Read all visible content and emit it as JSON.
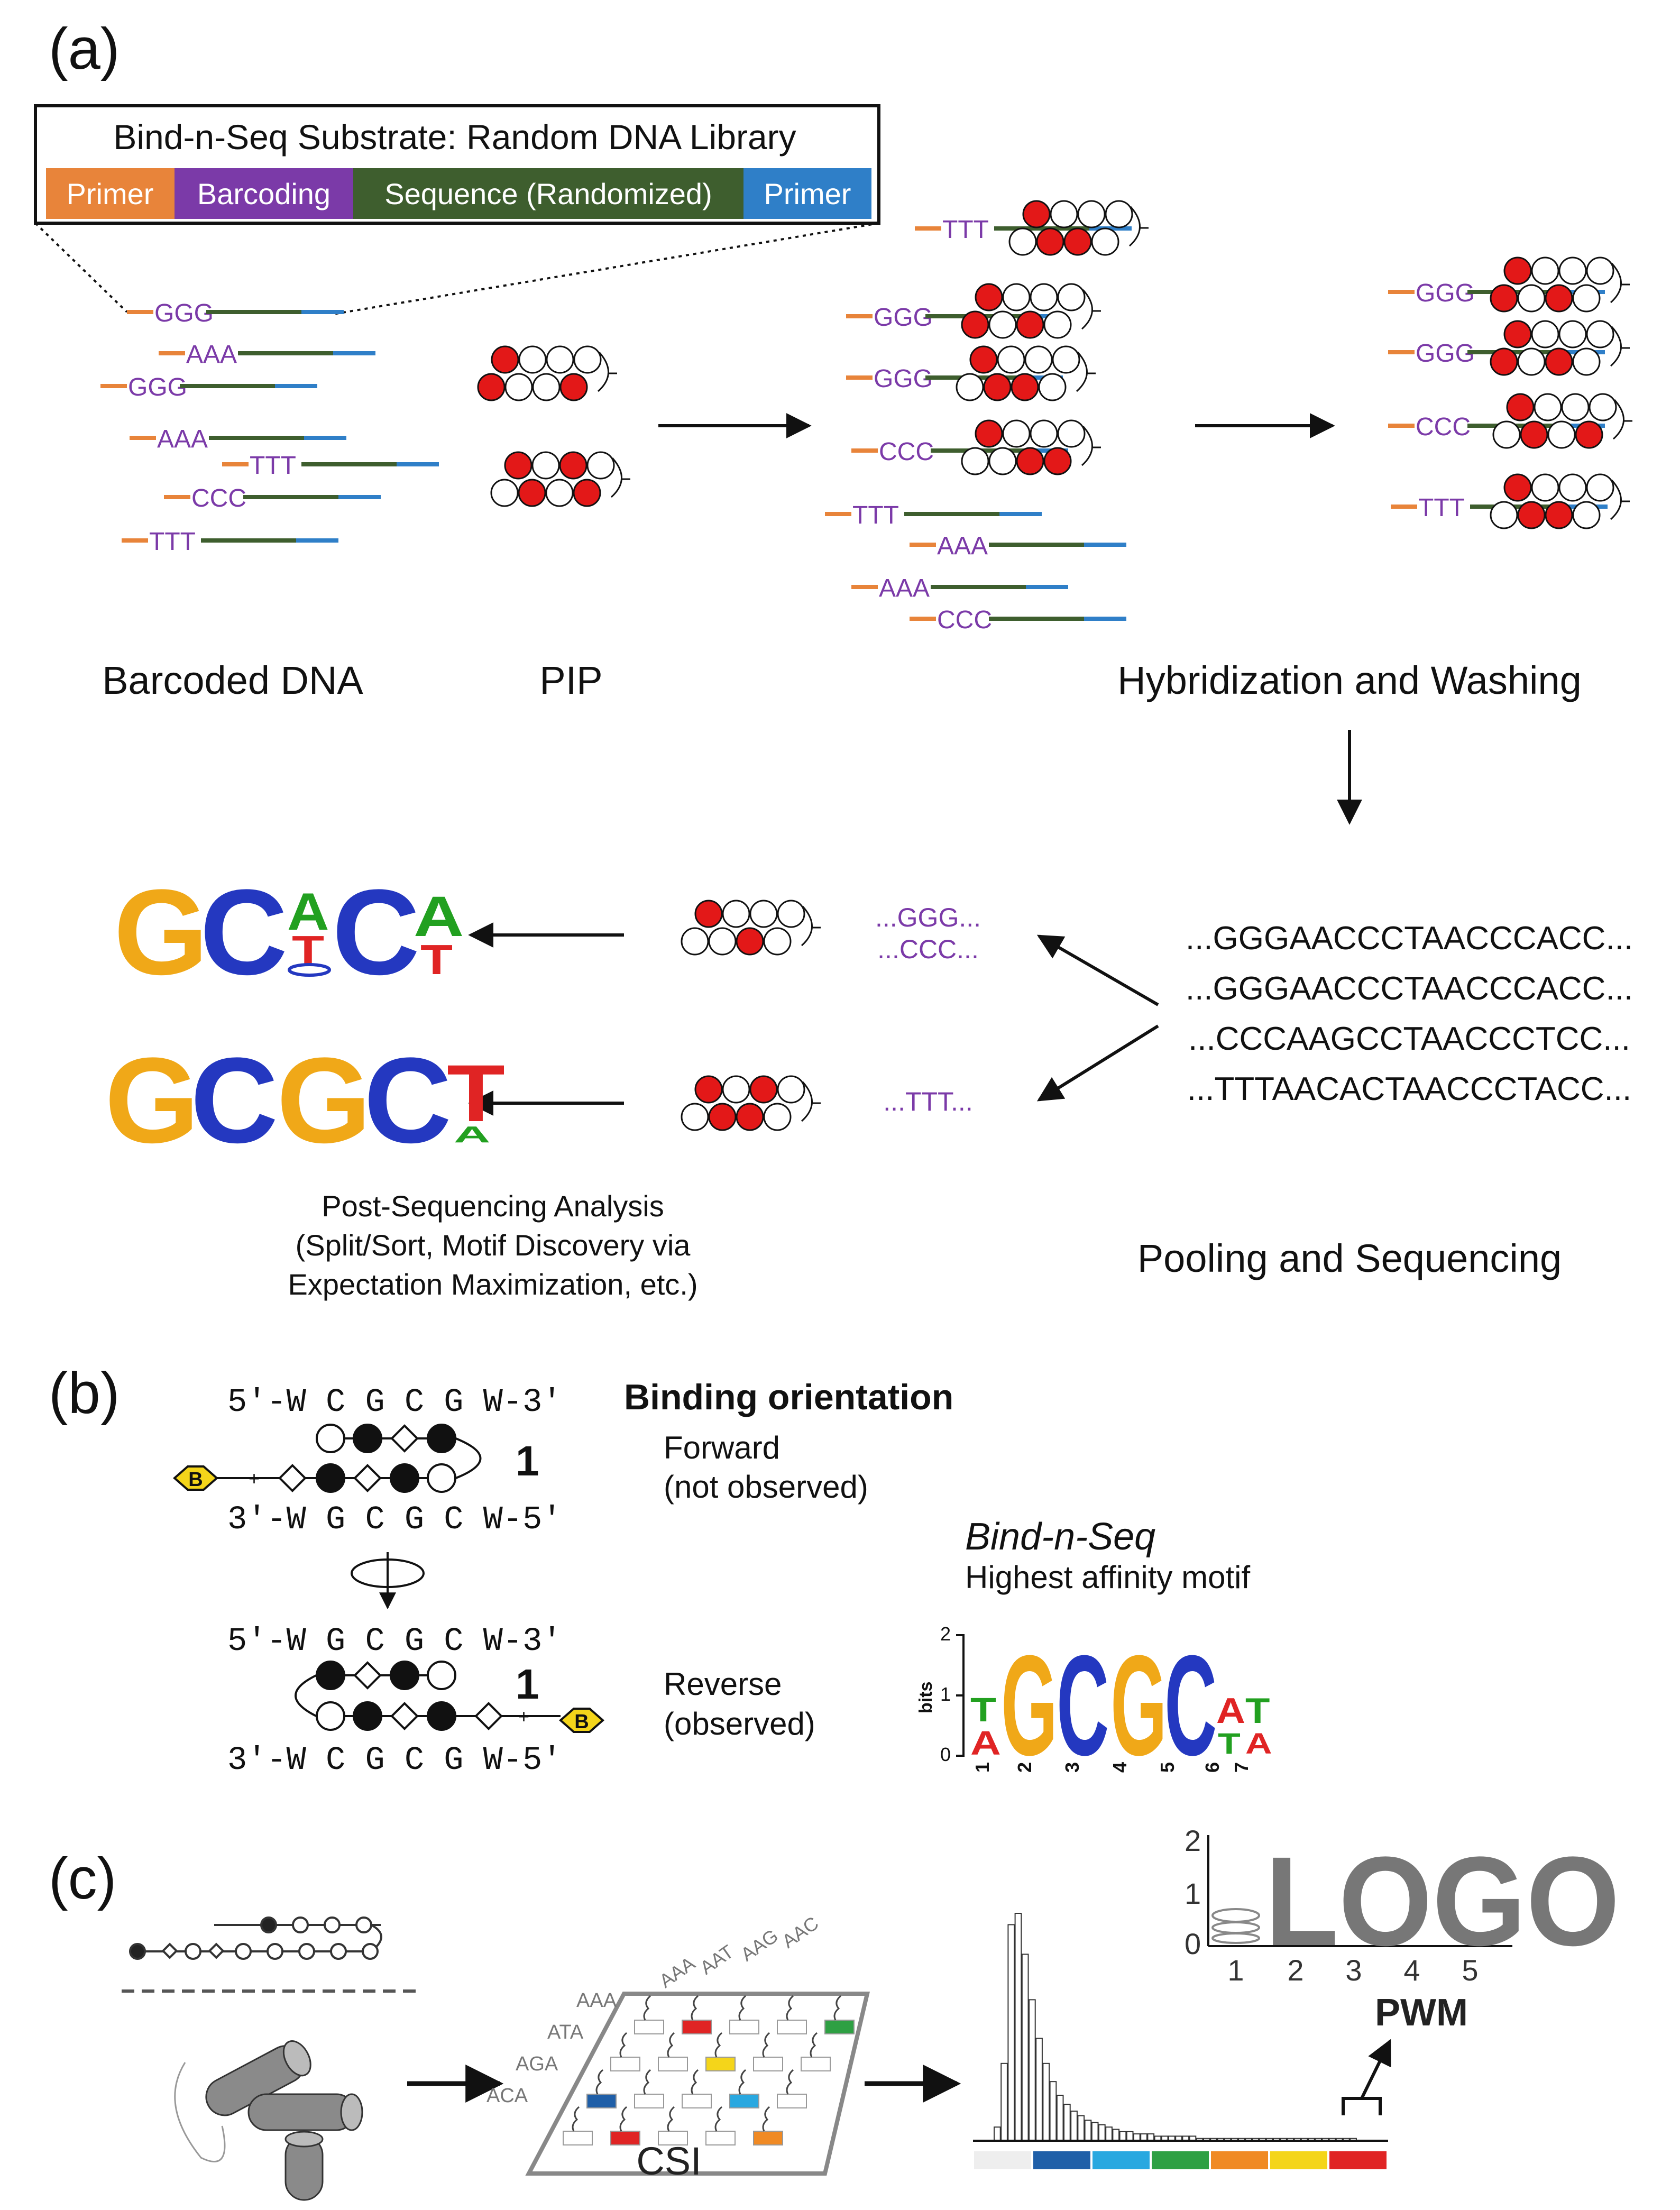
{
  "panel_a": {
    "label": "(a)",
    "library_title": "Bind-n-Seq Substrate: Random DNA Library",
    "segments": [
      {
        "label": "Primer",
        "color": "#e8843a"
      },
      {
        "label": "Barcoding",
        "color": "#7b3aa8"
      },
      {
        "label": "Sequence (Randomized)",
        "color": "#3e5e2e"
      },
      {
        "label": "Primer",
        "color": "#2f7fc8"
      }
    ],
    "barcoded_strands": [
      "GGG",
      "AAA",
      "GGG",
      "AAA",
      "TTT",
      "CCC",
      "TTT"
    ],
    "hybrid_strands_bound": [
      "TTT",
      "GGG",
      "GGG",
      "CCC"
    ],
    "hybrid_strands_free": [
      "TTT",
      "AAA",
      "AAA",
      "CCC"
    ],
    "washed_strands": [
      "GGG",
      "GGG",
      "CCC",
      "TTT"
    ],
    "caption_barcoded": "Barcoded DNA",
    "caption_pip": "PIP",
    "caption_hybrid": "Hybridization and Washing",
    "reads": [
      "...GGGAACCCTAACCCACC...",
      "...GGGAACCCTAACCCACC...",
      "...CCCAAGCCTAACCCTCC...",
      "...TTTAACACTAACCCTACC..."
    ],
    "caption_pooling": "Pooling and Sequencing",
    "split_labels": [
      "...GGG...",
      "...CCC...",
      "...TTT..."
    ],
    "motif_top": [
      "G",
      "C",
      "A",
      "T",
      "C",
      "A",
      "T"
    ],
    "motif_bottom": [
      "G",
      "C",
      "G",
      "C",
      "T",
      "A"
    ],
    "caption_post": [
      "Post-Sequencing Analysis",
      "(Split/Sort, Motif Discovery via",
      "Expectation Maximization, etc.)"
    ]
  },
  "panel_b": {
    "label": "(b)",
    "fwd_top": "5'-W C G C G W-3'",
    "fwd_bottom": "3'-W G C G C W-5'",
    "rev_top": "5'-W G C G C W-3'",
    "rev_bottom": "3'-W C G C G W-5'",
    "compound_number": "1",
    "biotin": "B",
    "heading": "Binding orientation",
    "forward": [
      "Forward",
      "(not observed)"
    ],
    "reverse": [
      "Reverse",
      "(observed)"
    ],
    "bns_title": "Bind-n-Seq",
    "bns_sub": "Highest affinity motif",
    "logo_ylabel": "bits",
    "logo_yticks": [
      "2",
      "1",
      "0"
    ],
    "logo_positions": [
      "1",
      "2",
      "3",
      "4",
      "5",
      "6",
      "7"
    ],
    "logo_letters": [
      "T",
      "A",
      "G",
      "C",
      "G",
      "C",
      "A",
      "T",
      "T",
      "A"
    ]
  },
  "panel_c": {
    "label": "(c)",
    "array_seqs": [
      "AAA",
      "ATA",
      "AGA",
      "ACA",
      "AAA",
      "AAT",
      "AAG",
      "AAC"
    ],
    "caption_csi": "CSI",
    "pwm_label": "PWM",
    "logo_yticks": [
      "2",
      "1",
      "0"
    ],
    "logo_positions": [
      "1",
      "2",
      "3",
      "4",
      "5"
    ],
    "logo_word": "LOGO",
    "histogram": [
      6,
      34,
      95,
      100,
      82,
      62,
      45,
      34,
      26,
      20,
      16,
      13,
      11,
      9,
      8,
      7,
      6,
      5,
      4,
      4,
      3,
      3,
      3,
      2,
      2,
      2,
      2,
      2,
      2,
      1,
      1,
      1,
      1,
      1,
      1,
      1,
      1,
      1,
      1,
      1,
      1,
      1,
      1,
      1,
      1,
      1,
      1,
      1,
      1,
      1,
      1,
      1
    ],
    "colorbar": [
      "#eeeeee",
      "#1f5fa8",
      "#29a8e0",
      "#2ea043",
      "#f08a24",
      "#f4d51a",
      "#e02424"
    ]
  }
}
